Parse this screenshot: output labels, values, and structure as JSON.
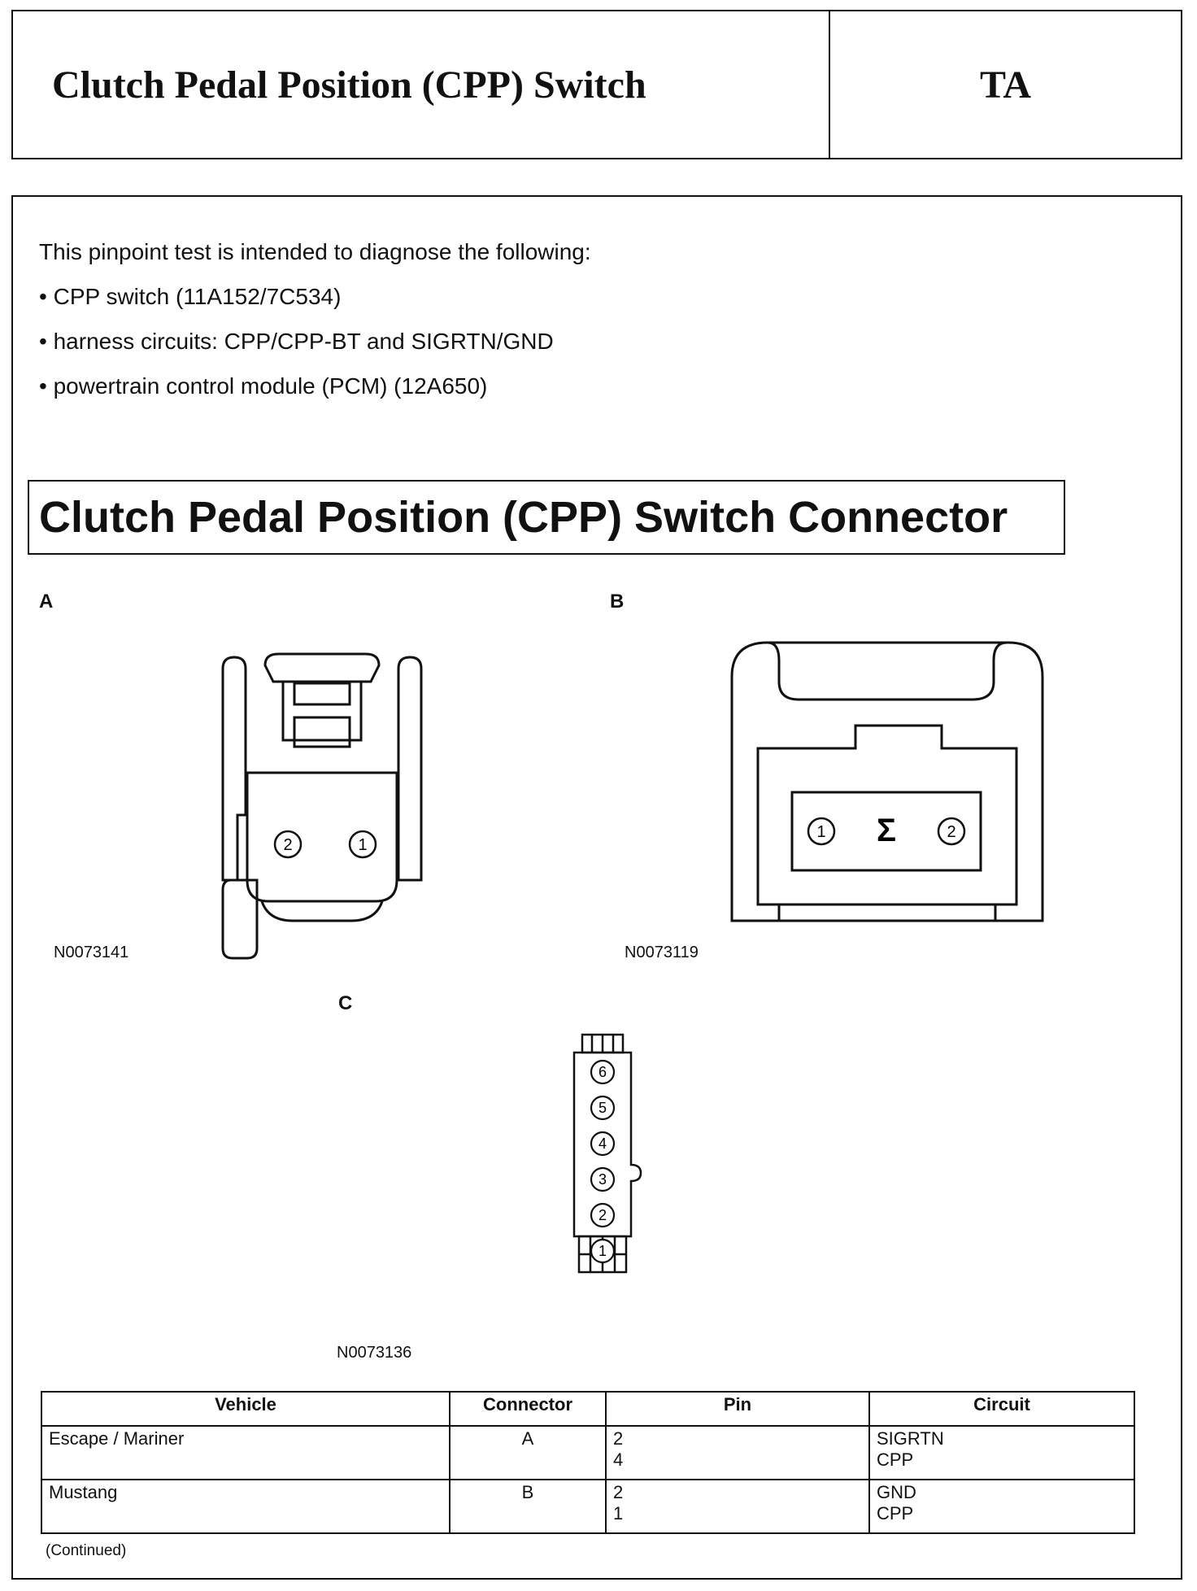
{
  "header": {
    "title": "Clutch Pedal Position (CPP) Switch",
    "code": "TA"
  },
  "intro": {
    "lead": "This pinpoint test is intended to diagnose the following:",
    "items": [
      "CPP switch (11A152/7C534)",
      "harness circuits: CPP/CPP-BT and SIGRTN/GND",
      "powertrain control module (PCM) (12A650)"
    ]
  },
  "connector_section": {
    "title": "Clutch Pedal Position (CPP) Switch Connector",
    "views": [
      {
        "label": "A",
        "figure": "N0073141",
        "pins": [
          "2",
          "1"
        ]
      },
      {
        "label": "B",
        "figure": "N0073119",
        "pins": [
          "1",
          "Σ",
          "2"
        ]
      },
      {
        "label": "C",
        "figure": "N0073136",
        "pins": [
          "6",
          "5",
          "4",
          "3",
          "2",
          "1"
        ]
      }
    ]
  },
  "table": {
    "headers": [
      "Vehicle",
      "Connector",
      "Pin",
      "Circuit"
    ],
    "rows": [
      {
        "vehicle": "Escape / Mariner",
        "connector": "A",
        "pins": [
          "2",
          "4"
        ],
        "circuits": [
          "SIGRTN",
          "CPP"
        ]
      },
      {
        "vehicle": "Mustang",
        "connector": "B",
        "pins": [
          "2",
          "1"
        ],
        "circuits": [
          "GND",
          "CPP"
        ]
      }
    ]
  },
  "footnote": "(Continued)"
}
